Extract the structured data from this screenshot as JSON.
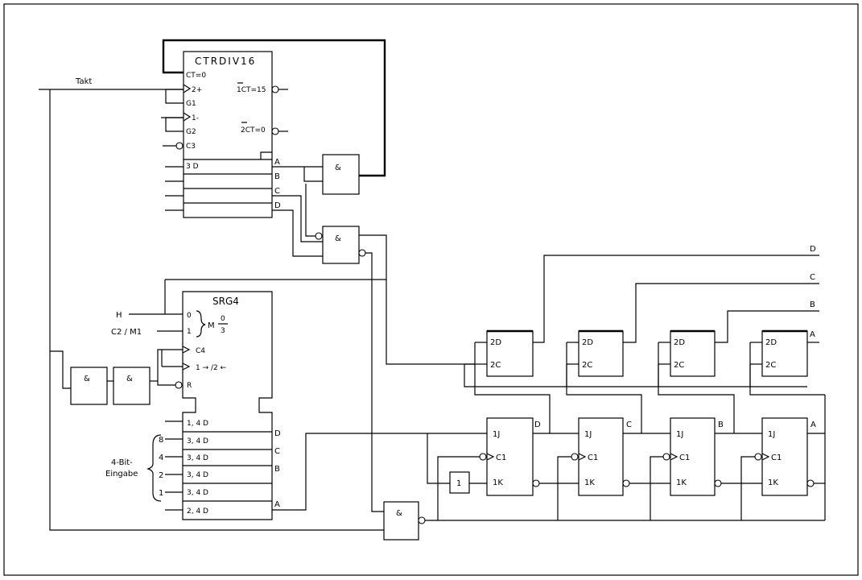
{
  "counter": {
    "title": "CTRDIV16",
    "ct0": "CT=0",
    "up": "2+",
    "g1": "G1",
    "down": "1-",
    "g2": "G2",
    "c3": "C3",
    "out1": "1CT=15",
    "out2": "2CT=0",
    "data": "3 D",
    "q": [
      "A",
      "B",
      "C",
      "D"
    ]
  },
  "and_label": "&",
  "not_label": "1",
  "clock_label": "Takt",
  "shift": {
    "title": "SRG4",
    "m0": "0",
    "m1": "1",
    "m_label": "M",
    "frac_top": "0",
    "frac_bottom": "3",
    "c4": "C4",
    "shift_line": "1 → /2 ←",
    "reset": "R",
    "inputs": [
      "1, 4 D",
      "3, 4 D",
      "3, 4 D",
      "3, 4 D",
      "3, 4 D",
      "2, 4 D"
    ],
    "outputs": [
      "D",
      "C",
      "B",
      "A"
    ]
  },
  "mode_inputs": [
    "H",
    "C2 / M1"
  ],
  "input_group": {
    "label_top": "4-Bit-",
    "label_bottom": "Eingabe",
    "weights": [
      "8",
      "4",
      "2",
      "1"
    ]
  },
  "latch": {
    "d": "2D",
    "c": "2C",
    "outputs": [
      "D",
      "C",
      "B",
      "A"
    ]
  },
  "jk": {
    "j": "1J",
    "clk": "C1",
    "k": "1K",
    "outputs": [
      "D",
      "C",
      "B",
      "A"
    ]
  }
}
